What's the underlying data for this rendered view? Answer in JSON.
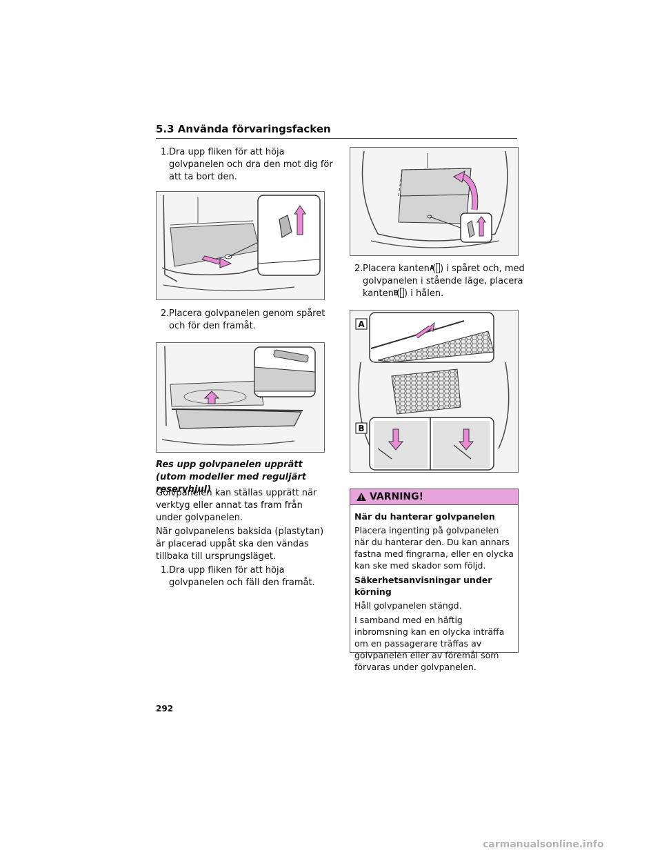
{
  "header": {
    "section_title": "5.3 Använda förvaringsfacken"
  },
  "left": {
    "step1": {
      "num": "1.",
      "text": "Dra upp fliken för att höja golvpanelen och dra den mot dig för att ta bort den."
    },
    "step2": {
      "num": "2.",
      "text": "Placera golvpanelen genom spåret och för den framåt."
    },
    "subheading": "Res upp golvpanelen upprätt (utom modeller med reguljärt reservhjul)",
    "para1": "Golvpanelen kan ställas upprätt när verktyg eller annat tas fram från under golvpanelen.",
    "para2": "När golvpanelens baksida (plastytan) är placerad uppåt ska den vändas tillbaka till ursprungsläget.",
    "step3": {
      "num": "1.",
      "text": "Dra upp fliken för att höja golvpanelen och fäll den framåt."
    }
  },
  "right": {
    "step2": {
      "num": "2.",
      "text_a": "Placera kanten (",
      "key_a": "A",
      "text_b": ") i spåret och, med golvpanelen i stående läge, placera kanten (",
      "key_b": "B",
      "text_c": ") i hålen."
    },
    "figure_labels": {
      "a": "A",
      "b": "B"
    }
  },
  "warning": {
    "title": "VARNING!",
    "heading1": "När du hanterar golvpanelen",
    "text1": "Placera ingenting på golvpanelen när du hanterar den. Du kan annars fastna med fingrarna, eller en olycka kan ske med skador som följd.",
    "heading2": "Säkerhetsanvisningar under körning",
    "text2": "Håll golvpanelen stängd.",
    "text3": "I samband med en häftig inbromsning kan en olycka inträffa om en passagerare träffas av golvpanelen eller av föremål som förvaras under golvpanelen."
  },
  "footer": {
    "page_number": "292",
    "watermark": "carmanualsonline.info"
  },
  "colors": {
    "warning_header": "#e6a4da",
    "arrow_pink": "#e98ad6"
  }
}
